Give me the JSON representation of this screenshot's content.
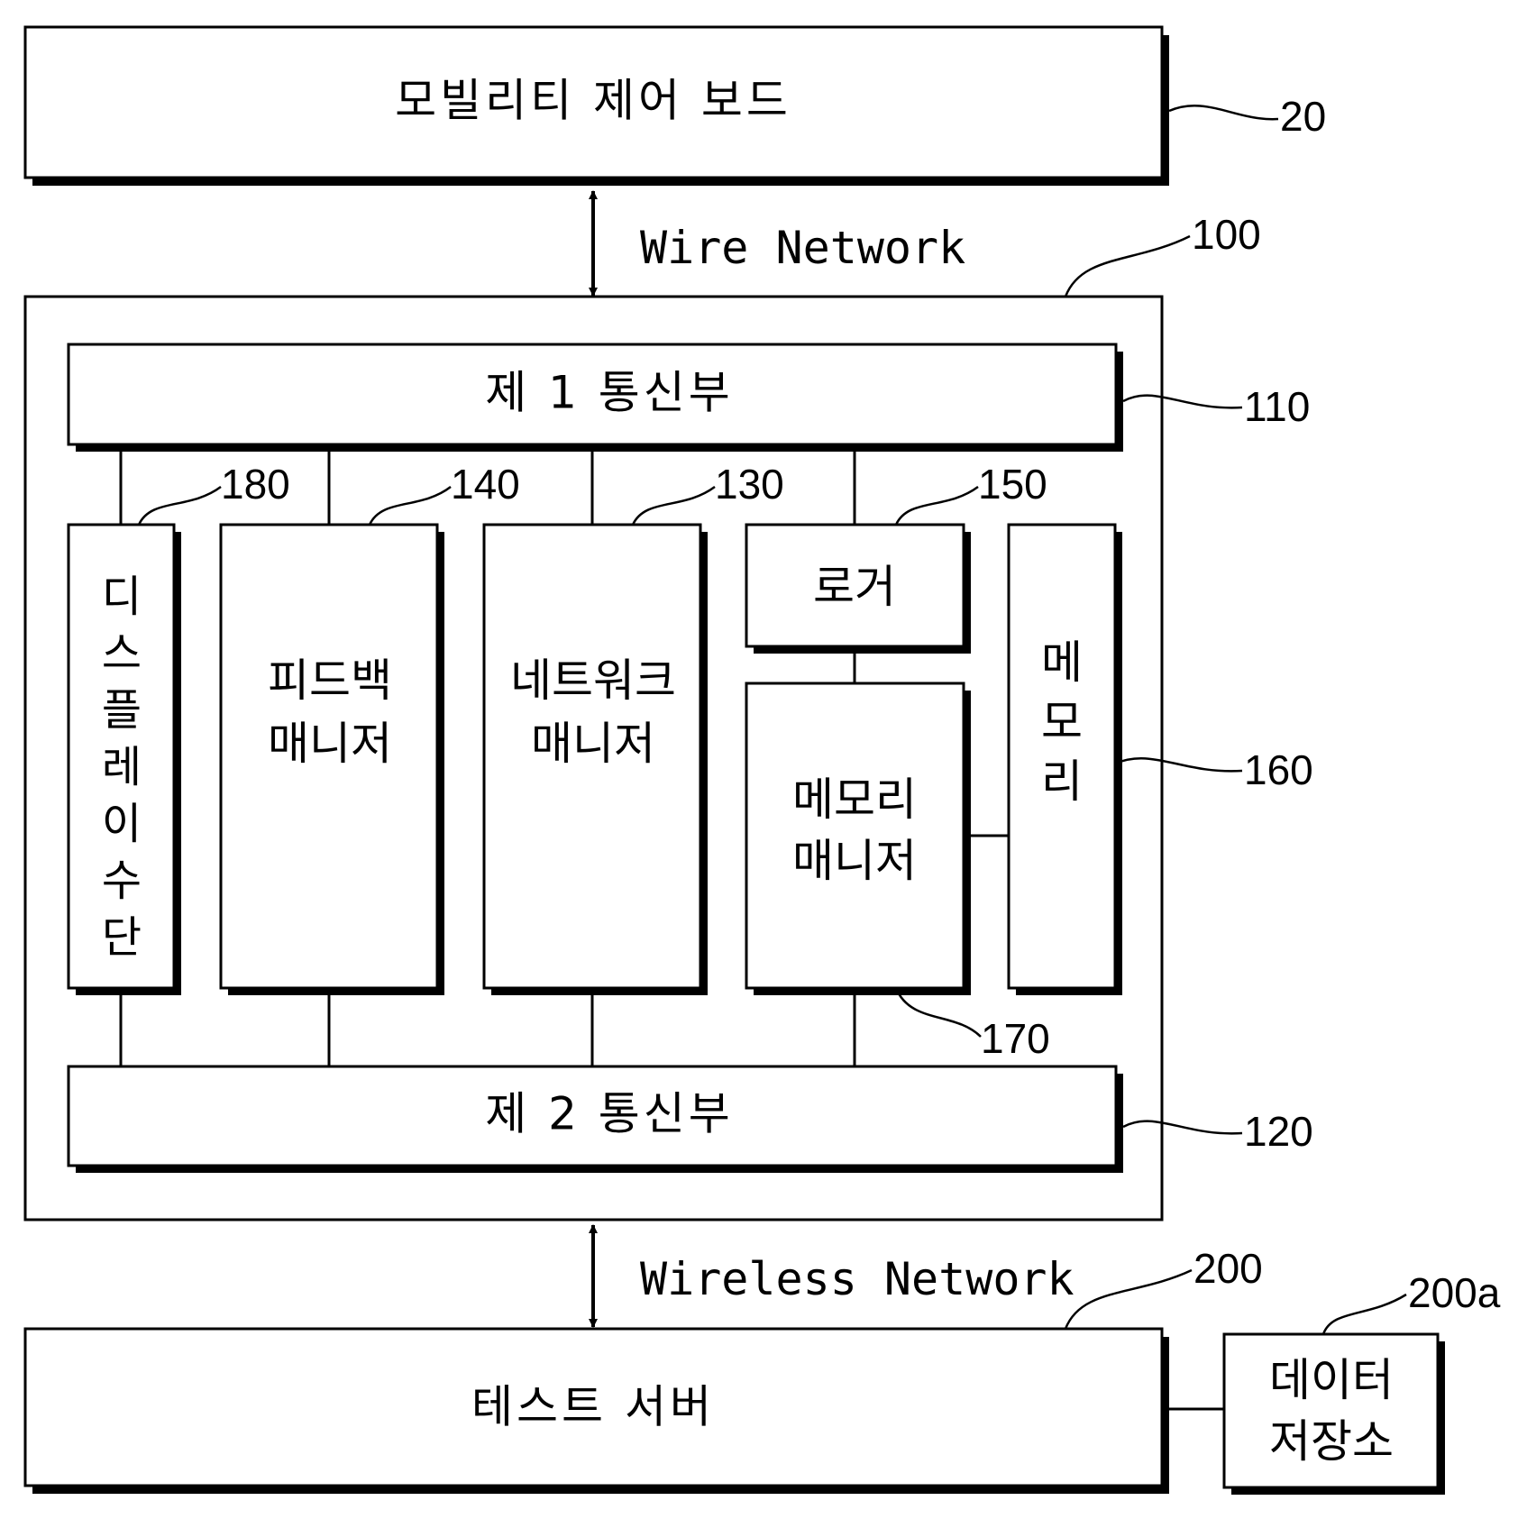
{
  "blocks": {
    "mobility_board": "모빌리티 제어 보드",
    "comm1": "제 1 통신부",
    "comm2": "제 2 통신부",
    "display": [
      "디",
      "스",
      "플",
      "레",
      "이",
      "수",
      "단"
    ],
    "feedback_manager": [
      "피드백",
      "매니저"
    ],
    "network_manager": [
      "네트워크",
      "매니저"
    ],
    "logger": "로거",
    "memory_manager": [
      "메모리",
      "매니저"
    ],
    "memory": [
      "메",
      "모",
      "리"
    ],
    "test_server": "테스트 서버",
    "data_storage": [
      "데이터",
      "저장소"
    ]
  },
  "links": {
    "wire": "Wire Network",
    "wireless": "Wireless Network"
  },
  "refs": {
    "r20": "20",
    "r100": "100",
    "r110": "110",
    "r120": "120",
    "r130": "130",
    "r140": "140",
    "r150": "150",
    "r160": "160",
    "r170": "170",
    "r180": "180",
    "r200": "200",
    "r200a": "200a"
  }
}
